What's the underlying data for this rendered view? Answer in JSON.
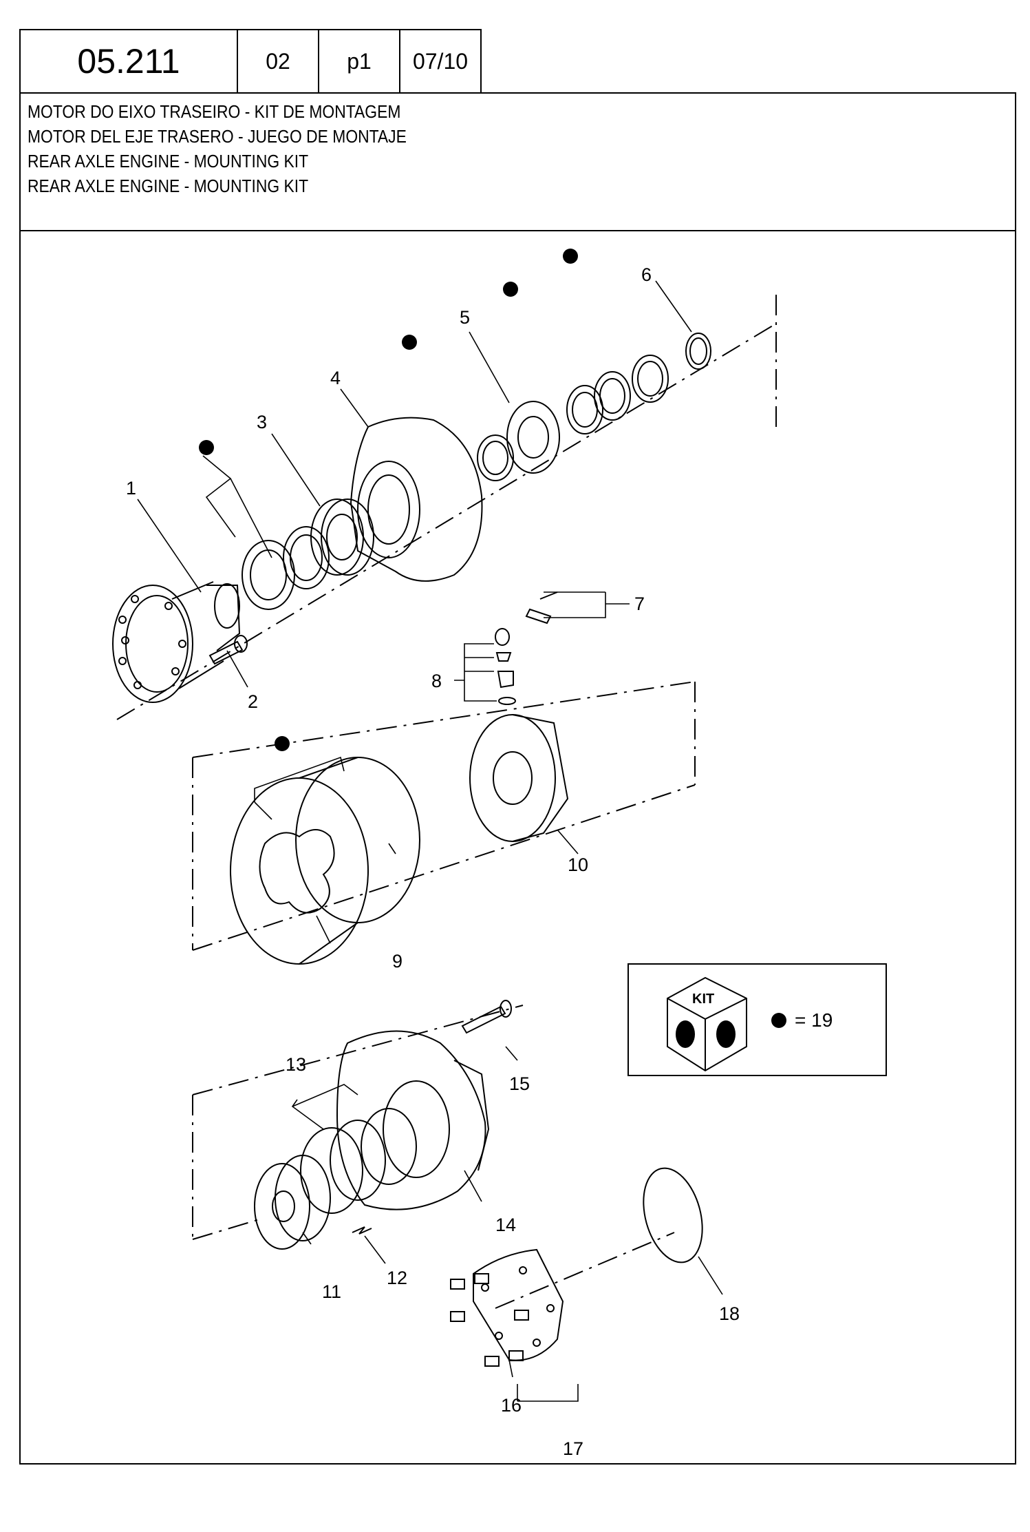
{
  "header": {
    "code": "05.211",
    "field2": "02",
    "field3": "p1",
    "field4": "07/10"
  },
  "title_lines": [
    "MOTOR DO EIXO TRASEIRO - KIT DE MONTAGEM",
    "MOTOR DEL EJE TRASERO - JUEGO DE MONTAJE",
    "REAR AXLE ENGINE - MOUNTING KIT",
    "REAR AXLE ENGINE - MOUNTING KIT"
  ],
  "callouts": [
    "1",
    "2",
    "3",
    "4",
    "5",
    "6",
    "7",
    "8",
    "9",
    "10",
    "11",
    "12",
    "13",
    "14",
    "15",
    "16",
    "17",
    "18"
  ],
  "legend": {
    "kit_label": "KIT",
    "equals_text": "= 19"
  }
}
